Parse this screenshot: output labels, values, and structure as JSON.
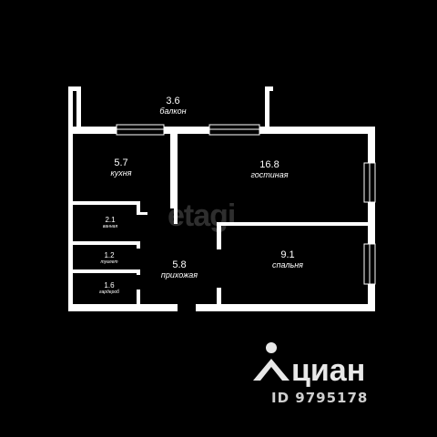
{
  "rooms": {
    "balcony": {
      "area": "3.6",
      "name": "балкон"
    },
    "kitchen": {
      "area": "5.7",
      "name": "кухня"
    },
    "living": {
      "area": "16.8",
      "name": "гостиная"
    },
    "bathroom": {
      "area": "2.1",
      "name": "ванная"
    },
    "toilet": {
      "area": "1.2",
      "name": "туалет"
    },
    "wardrobe": {
      "area": "1.6",
      "name": "гардероб"
    },
    "hallway": {
      "area": "5.8",
      "name": "прихожая"
    },
    "bedroom": {
      "area": "9.1",
      "name": "спальня"
    }
  },
  "watermark": {
    "text": "etagi"
  },
  "logo": {
    "brand": "циан",
    "id": "ID 9795178",
    "icon": "location-pin-icon"
  },
  "colors": {
    "background": "#000000",
    "walls": "#ffffff"
  }
}
